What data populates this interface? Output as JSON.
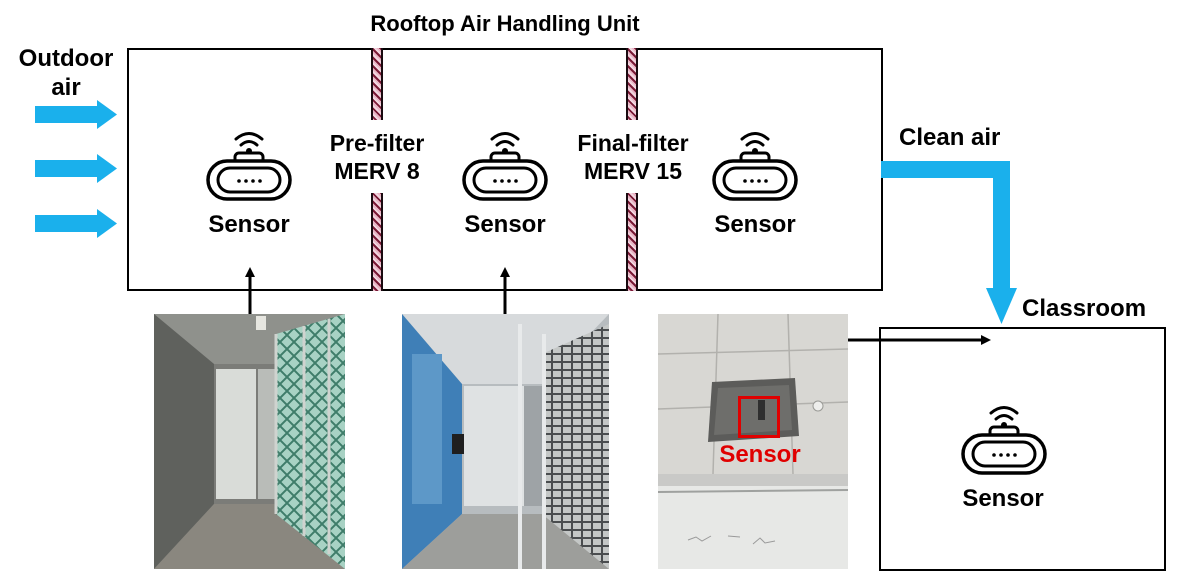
{
  "ahu": {
    "title": "Rooftop Air Handling Unit"
  },
  "inlet": {
    "label_line1": "Outdoor",
    "label_line2": "air"
  },
  "outlet": {
    "label": "Clean air"
  },
  "filters": [
    {
      "line1": "Pre-filter",
      "line2": "MERV 8"
    },
    {
      "line1": "Final-filter",
      "line2": "MERV 15"
    }
  ],
  "sensors": [
    {
      "label": "Sensor"
    },
    {
      "label": "Sensor"
    },
    {
      "label": "Sensor"
    },
    {
      "label": "Sensor"
    }
  ],
  "classroom": {
    "title": "Classroom"
  },
  "photo_callout": {
    "label": "Sensor"
  },
  "colors": {
    "airflow": "#1ab0ec",
    "callout": "#e00000",
    "filter": "#7a1a36"
  }
}
